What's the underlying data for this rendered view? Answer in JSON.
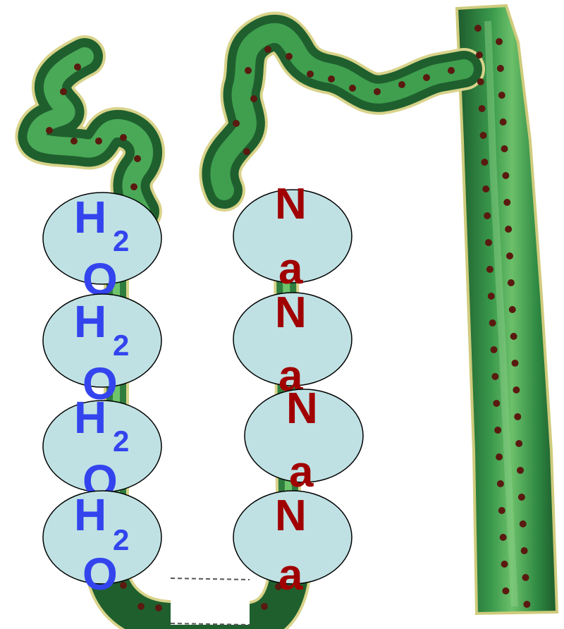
{
  "colors": {
    "tubule_dark": "#1d5a2c",
    "tubule_mid": "#2f8a43",
    "tubule_light": "#6cc06a",
    "tubule_outline": "#d8d38a",
    "granule": "#5a1a10",
    "ellipse_fill": "#bfe1e4",
    "ellipse_stroke": "#000000",
    "water_label": "#3344ee",
    "sodium_label": "#a00000"
  },
  "water_labels": [
    {
      "element": "H",
      "subscript": "2",
      "tail": "O"
    },
    {
      "element": "H",
      "subscript": "2",
      "tail": "O"
    },
    {
      "element": "H",
      "subscript": "2",
      "tail": "O"
    },
    {
      "element": "H",
      "subscript": "2",
      "tail": "O"
    }
  ],
  "sodium_labels": [
    {
      "top": "N",
      "bottom": "a"
    },
    {
      "top": "N",
      "bottom": "a"
    },
    {
      "top": "N",
      "bottom": "a"
    },
    {
      "top": "N",
      "bottom": "a"
    }
  ]
}
